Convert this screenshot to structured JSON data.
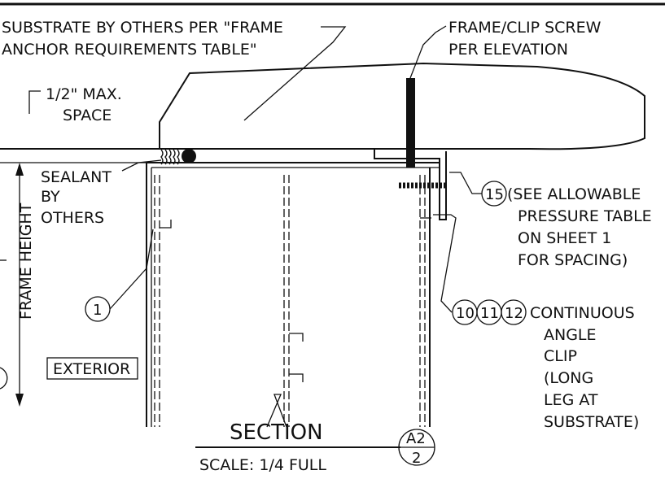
{
  "labels": {
    "substrate_line1": "SUBSTRATE BY OTHERS PER \"FRAME",
    "substrate_line2": "ANCHOR REQUIREMENTS TABLE\"",
    "screw_line1": "FRAME/CLIP SCREW",
    "screw_line2": "PER ELEVATION",
    "space_line1": "1/2\" MAX.",
    "space_line2": "SPACE",
    "sealant_line1": "SEALANT",
    "sealant_line2": "BY",
    "sealant_line3": "OTHERS",
    "frame_height": "FRAME HEIGHT",
    "exterior": "EXTERIOR",
    "note15_line1": "(SEE ALLOWABLE",
    "note15_line2": "PRESSURE TABLE",
    "note15_line3": "ON SHEET 1",
    "note15_line4": "FOR SPACING)",
    "clip_line1": "CONTINUOUS",
    "clip_line2": "ANGLE",
    "clip_line3": "CLIP",
    "clip_line4": "(LONG",
    "clip_line5": "LEG AT",
    "clip_line6": "SUBSTRATE)",
    "section_title": "SECTION",
    "scale": "SCALE: 1/4 FULL"
  },
  "callouts": {
    "item_1": "1",
    "item_15": "15",
    "item_10": "10",
    "item_11": "11",
    "item_12": "12",
    "detail_top": "A2",
    "detail_bottom": "2"
  }
}
